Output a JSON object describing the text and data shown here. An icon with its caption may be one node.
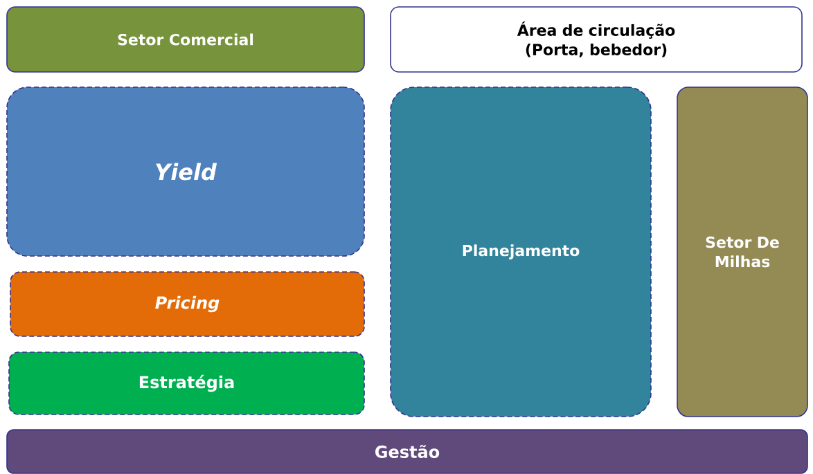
{
  "diagram": {
    "nodes": [
      {
        "text": [
          "Setor Comercial"
        ]
      },
      {
        "text": [
          "Área de circulação (Porta, bebedor)"
        ]
      },
      {
        "text": [
          "Yield"
        ]
      },
      {
        "text": [
          "Pricing"
        ]
      },
      {
        "text": [
          "Estratégia"
        ]
      },
      {
        "text": [
          "Planejamento"
        ]
      },
      {
        "text": [
          "Setor De Milhas"
        ]
      },
      {
        "text": [
          "Gestão"
        ]
      }
    ]
  }
}
